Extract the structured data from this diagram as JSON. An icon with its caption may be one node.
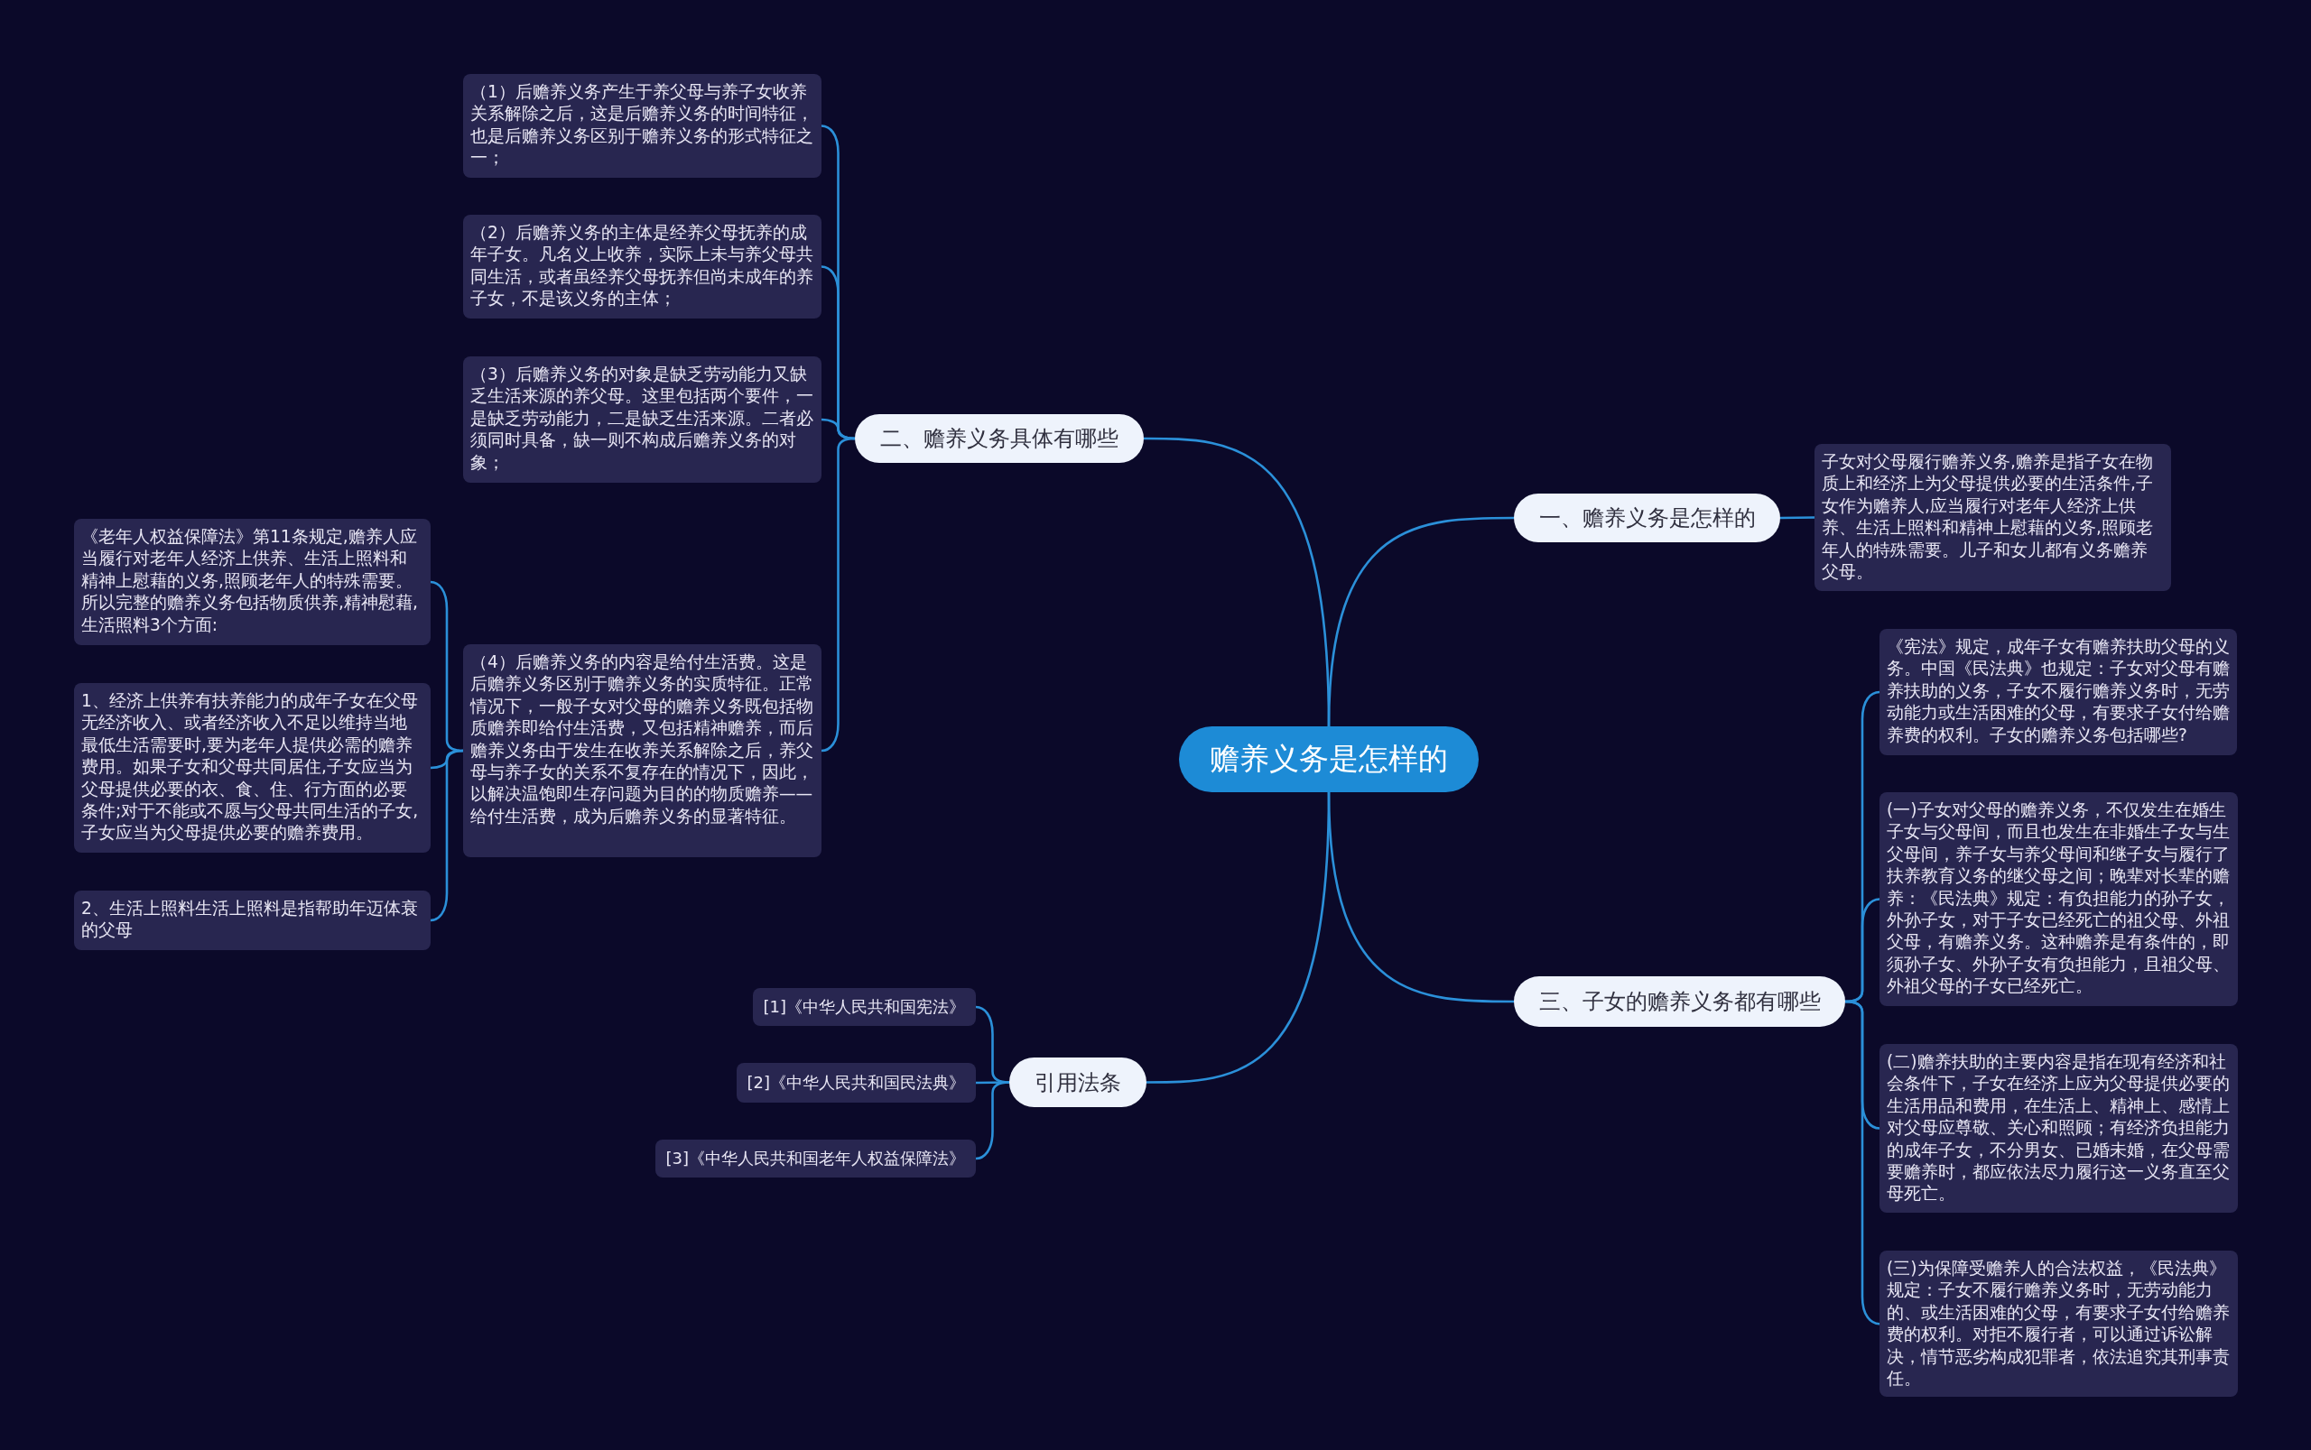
{
  "diagram": {
    "nodes": [
      {
        "text": [
          "赡养义务是怎样的"
        ]
      },
      {
        "text": [
          "二、赡养义务具体有哪些"
        ]
      },
      {
        "text": [
          "（1）后赡养义务产生于养父母与养子女收养关系解除之后，这是后赡养义务的时间特征，也是后赡养义务区别于赡养义务的形式特征之一；"
        ]
      },
      {
        "text": [
          "（2）后赡养义务的主体是经养父母抚养的成年子女。凡名义上收养，实际上未与养父母共同生活，或者虽经养父母抚养但尚未成年的养子女，不是该义务的主体；"
        ]
      },
      {
        "text": [
          "（3）后赡养义务的对象是缺乏劳动能力又缺乏生活来源的养父母。这里包括两个要件，一是缺乏劳动能力，二是缺乏生活来源。二者必须同时具备，缺一则不构成后赡养义务的对象；"
        ]
      },
      {
        "text": [
          "（4）后赡养义务的内容是给付生活费。这是后赡养义务区别于赡养义务的实质特征。正常情况下，一般子女对父母的赡养义务既包括物质赡养即给付生活费，又包括精神赡养，而后赡养义务由于发生在收养关系解除之后，养父母与养子女的关系不复存在的情况下，因此，以解决温饱即生存问题为目的的物质赡养——给付生活费，成为后赡养义务的显著特征。"
        ]
      },
      {
        "text": [
          "《老年人权益保障法》第11条规定,赡养人应当履行对老年人经济上供养、生活上照料和精神上慰藉的义务,照顾老年人的特殊需要。所以完整的赡养义务包括物质供养,精神慰藉,生活照料3个方面:"
        ]
      },
      {
        "text": [
          "1、经济上供养有扶养能力的成年子女在父母无经济收入、或者经济收入不足以维持当地最低生活需要时,要为老年人提供必需的赡养费用。如果子女和父母共同居住,子女应当为父母提供必要的衣、食、住、行方面的必要条件;对于不能或不愿与父母共同生活的子女,子女应当为父母提供必要的赡养费用。"
        ]
      },
      {
        "text": [
          "2、生活上照料生活上照料是指帮助年迈体衰的父母"
        ]
      },
      {
        "text": [
          "一、赡养义务是怎样的"
        ]
      },
      {
        "text": [
          "子女对父母履行赡养义务,赡养是指子女在物质上和经济上为父母提供必要的生活条件,子女作为赡养人,应当履行对老年人经济上供养、生活上照料和精神上慰藉的义务,照顾老年人的特殊需要。儿子和女儿都有义务赡养父母。"
        ]
      },
      {
        "text": [
          "三、子女的赡养义务都有哪些"
        ]
      },
      {
        "text": [
          "《宪法》规定，成年子女有赡养扶助父母的义务。中国《民法典》也规定：子女对父母有赡养扶助的义务，子女不履行赡养义务时，无劳动能力或生活困难的父母，有要求子女付给赡养费的权利。子女的赡养义务包括哪些?"
        ]
      },
      {
        "text": [
          "(一)子女对父母的赡养义务，不仅发生在婚生子女与父母间，而且也发生在非婚生子女与生父母间，养子女与养父母间和继子女与履行了扶养教育义务的继父母之间；晚辈对长辈的赡养：《民法典》规定：有负担能力的孙子女，外孙子女，对于子女已经死亡的祖父母、外祖父母，有赡养义务。这种赡养是有条件的，即须孙子女、外孙子女有负担能力，且祖父母、外祖父母的子女已经死亡。"
        ]
      },
      {
        "text": [
          "(二)赡养扶助的主要内容是指在现有经济和社会条件下，子女在经济上应为父母提供必要的生活用品和费用，在生活上、精神上、感情上对父母应尊敬、关心和照顾；有经济负担能力的成年子女，不分男女、已婚未婚，在父母需要赡养时，都应依法尽力履行这一义务直至父母死亡。"
        ]
      },
      {
        "text": [
          "(三)为保障受赡养人的合法权益，《民法典》规定：子女不履行赡养义务时，无劳动能力的、或生活困难的父母，有要求子女付给赡养费的权利。对拒不履行者，可以通过诉讼解决，情节恶劣构成犯罪者，依法追究其刑事责任。"
        ]
      },
      {
        "text": [
          "引用法条"
        ]
      },
      {
        "text": [
          "[1]《中华人民共和国宪法》"
        ]
      },
      {
        "text": [
          "[2]《中华人民共和国民法典》"
        ]
      },
      {
        "text": [
          "[3]《中华人民共和国老年人权益保障法》"
        ]
      }
    ],
    "edges": [
      {
        "from": 0,
        "to": 1,
        "arrow": "none"
      },
      {
        "from": 1,
        "to": 2,
        "arrow": "none"
      },
      {
        "from": 1,
        "to": 3,
        "arrow": "none"
      },
      {
        "from": 1,
        "to": 4,
        "arrow": "none"
      },
      {
        "from": 1,
        "to": 5,
        "arrow": "none"
      },
      {
        "from": 5,
        "to": 6,
        "arrow": "none"
      },
      {
        "from": 5,
        "to": 7,
        "arrow": "none"
      },
      {
        "from": 5,
        "to": 8,
        "arrow": "none"
      },
      {
        "from": 0,
        "to": 9,
        "arrow": "none"
      },
      {
        "from": 9,
        "to": 10,
        "arrow": "none"
      },
      {
        "from": 0,
        "to": 11,
        "arrow": "none"
      },
      {
        "from": 11,
        "to": 12,
        "arrow": "none"
      },
      {
        "from": 11,
        "to": 13,
        "arrow": "none"
      },
      {
        "from": 11,
        "to": 14,
        "arrow": "none"
      },
      {
        "from": 11,
        "to": 15,
        "arrow": "none"
      },
      {
        "from": 0,
        "to": 16,
        "arrow": "none"
      },
      {
        "from": 16,
        "to": 17,
        "arrow": "none"
      },
      {
        "from": 16,
        "to": 18,
        "arrow": "none"
      },
      {
        "from": 16,
        "to": 19,
        "arrow": "none"
      }
    ]
  }
}
